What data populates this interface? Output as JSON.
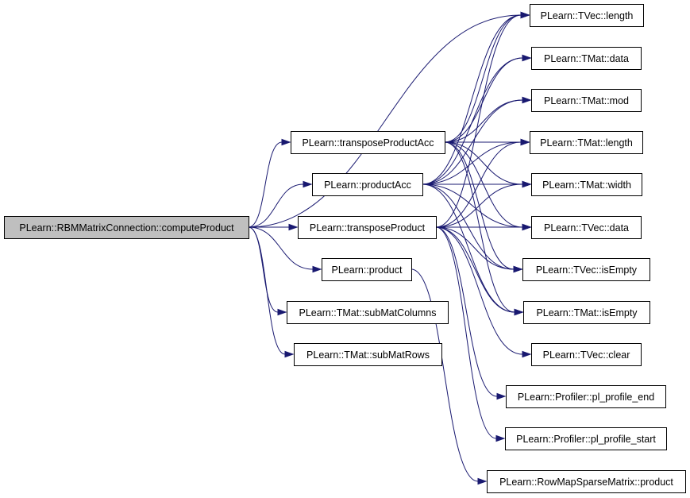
{
  "graph": {
    "nodes": {
      "root": "PLearn::RBMMatrixConnection::computeProduct",
      "tpa": "PLearn::transposeProductAcc",
      "pa": "PLearn::productAcc",
      "tp": "PLearn::transposeProduct",
      "prod": "PLearn::product",
      "smc": "PLearn::TMat::subMatColumns",
      "smr": "PLearn::TMat::subMatRows",
      "tvlen": "PLearn::TVec::length",
      "tmdata": "PLearn::TMat::data",
      "tmmod": "PLearn::TMat::mod",
      "tmlen": "PLearn::TMat::length",
      "tmwid": "PLearn::TMat::width",
      "tvdata": "PLearn::TVec::data",
      "tvempty": "PLearn::TVec::isEmpty",
      "tmempty": "PLearn::TMat::isEmpty",
      "tvclear": "PLearn::TVec::clear",
      "pend": "PLearn::Profiler::pl_profile_end",
      "pstart": "PLearn::Profiler::pl_profile_start",
      "rmsp": "PLearn::RowMapSparseMatrix::product"
    },
    "edges": [
      [
        "root",
        "tpa"
      ],
      [
        "root",
        "pa"
      ],
      [
        "root",
        "tp"
      ],
      [
        "root",
        "prod"
      ],
      [
        "root",
        "smc"
      ],
      [
        "root",
        "smr"
      ],
      [
        "root",
        "tvlen"
      ],
      [
        "tpa",
        "tvlen"
      ],
      [
        "tpa",
        "tmdata"
      ],
      [
        "tpa",
        "tmmod"
      ],
      [
        "tpa",
        "tmlen"
      ],
      [
        "tpa",
        "tmwid"
      ],
      [
        "tpa",
        "tvdata"
      ],
      [
        "tpa",
        "tvempty"
      ],
      [
        "tpa",
        "tmempty"
      ],
      [
        "pa",
        "tvlen"
      ],
      [
        "pa",
        "tmdata"
      ],
      [
        "pa",
        "tmmod"
      ],
      [
        "pa",
        "tmlen"
      ],
      [
        "pa",
        "tmwid"
      ],
      [
        "pa",
        "tvdata"
      ],
      [
        "pa",
        "tvempty"
      ],
      [
        "pa",
        "tmempty"
      ],
      [
        "tp",
        "tvlen"
      ],
      [
        "tp",
        "tmlen"
      ],
      [
        "tp",
        "tmwid"
      ],
      [
        "tp",
        "tvdata"
      ],
      [
        "tp",
        "tvempty"
      ],
      [
        "tp",
        "tmempty"
      ],
      [
        "tp",
        "tvclear"
      ],
      [
        "tp",
        "pend"
      ],
      [
        "tp",
        "pstart"
      ],
      [
        "prod",
        "rmsp"
      ]
    ],
    "colors": {
      "edge": "#191970",
      "root_fill": "#bfbfbf",
      "node_fill": "#ffffff"
    }
  }
}
